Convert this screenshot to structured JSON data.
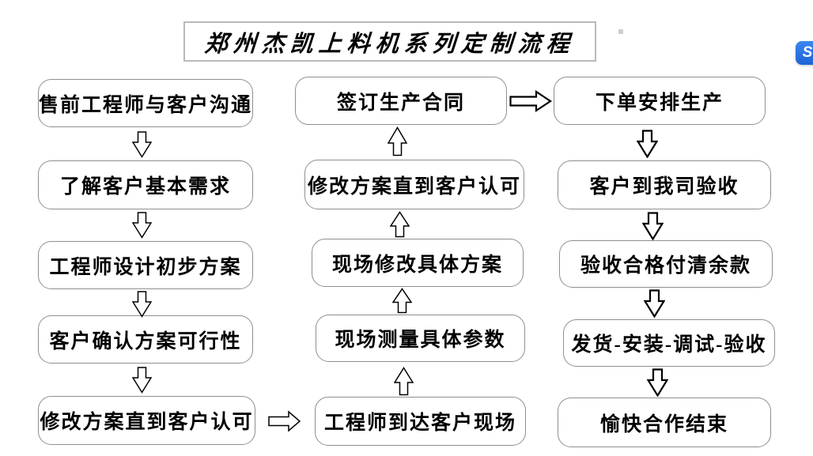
{
  "title": "郑州杰凯上料机系列定制流程",
  "flow": {
    "left": [
      "售前工程师与客户沟通",
      "了解客户基本需求",
      "工程师设计初步方案",
      "客户确认方案可行性",
      "修改方案直到客户认可"
    ],
    "middle": [
      "签订生产合同",
      "修改方案直到客户认可",
      "现场修改具体方案",
      "现场测量具体参数",
      "工程师到达客户现场"
    ],
    "right": [
      "下单安排生产",
      "客户到我司验收",
      "验收合格付清余款",
      "发货-安装-调试-验收",
      "愉快合作结束"
    ]
  },
  "edges": [
    {
      "from": "left.0",
      "to": "left.1",
      "direction": "down"
    },
    {
      "from": "left.1",
      "to": "left.2",
      "direction": "down"
    },
    {
      "from": "left.2",
      "to": "left.3",
      "direction": "down"
    },
    {
      "from": "left.3",
      "to": "left.4",
      "direction": "down"
    },
    {
      "from": "left.4",
      "to": "middle.4",
      "direction": "right"
    },
    {
      "from": "middle.4",
      "to": "middle.3",
      "direction": "up"
    },
    {
      "from": "middle.3",
      "to": "middle.2",
      "direction": "up"
    },
    {
      "from": "middle.2",
      "to": "middle.1",
      "direction": "up"
    },
    {
      "from": "middle.1",
      "to": "middle.0",
      "direction": "up"
    },
    {
      "from": "middle.0",
      "to": "right.0",
      "direction": "right"
    },
    {
      "from": "right.0",
      "to": "right.1",
      "direction": "down"
    },
    {
      "from": "right.1",
      "to": "right.2",
      "direction": "down"
    },
    {
      "from": "right.2",
      "to": "right.3",
      "direction": "down"
    },
    {
      "from": "right.3",
      "to": "right.4",
      "direction": "down"
    }
  ],
  "floating_badge": {
    "glyph": "S",
    "color": "#2b76e8"
  },
  "colors": {
    "background": "#ffffff",
    "node_border": "#8f8f8f",
    "title_border": "#b9b9b9",
    "arrow_outline": "#000000",
    "badge_blue": "#2b76e8"
  }
}
